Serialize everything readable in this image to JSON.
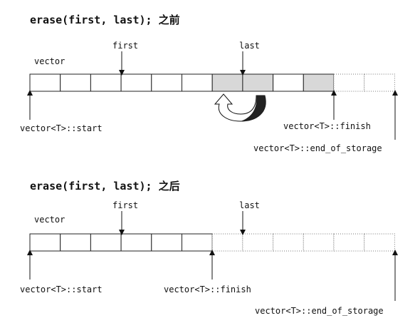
{
  "diagrams": [
    {
      "title": "erase(first, last); 之前",
      "vector_label": "vector",
      "first_label": "first",
      "last_label": "last",
      "start_label": "vector<T>::start",
      "finish_label": "vector<T>::finish",
      "end_label": "vector<T>::end_of_storage",
      "cells": [
        "solid",
        "solid",
        "solid",
        "solid",
        "solid",
        "solid",
        "shaded",
        "shaded",
        "solid",
        "shaded",
        "empty",
        "empty"
      ],
      "first_index": 3,
      "last_index": 7,
      "finish_index": 10,
      "copy_arrow": true
    },
    {
      "title": "erase(first, last); 之后",
      "vector_label": "vector",
      "first_label": "first",
      "last_label": "last",
      "start_label": "vector<T>::start",
      "finish_label": "vector<T>::finish",
      "end_label": "vector<T>::end_of_storage",
      "cells": [
        "solid",
        "solid",
        "solid",
        "solid",
        "solid",
        "solid",
        "empty",
        "empty",
        "empty",
        "empty",
        "empty",
        "empty"
      ],
      "first_index": 3,
      "last_index": 7,
      "finish_index": 6,
      "copy_arrow": false
    }
  ],
  "colors": {
    "stroke": "#222222",
    "shaded": "#d8d8d8",
    "empty_border": "#777777",
    "copy_arrow_fill": "#222222"
  }
}
